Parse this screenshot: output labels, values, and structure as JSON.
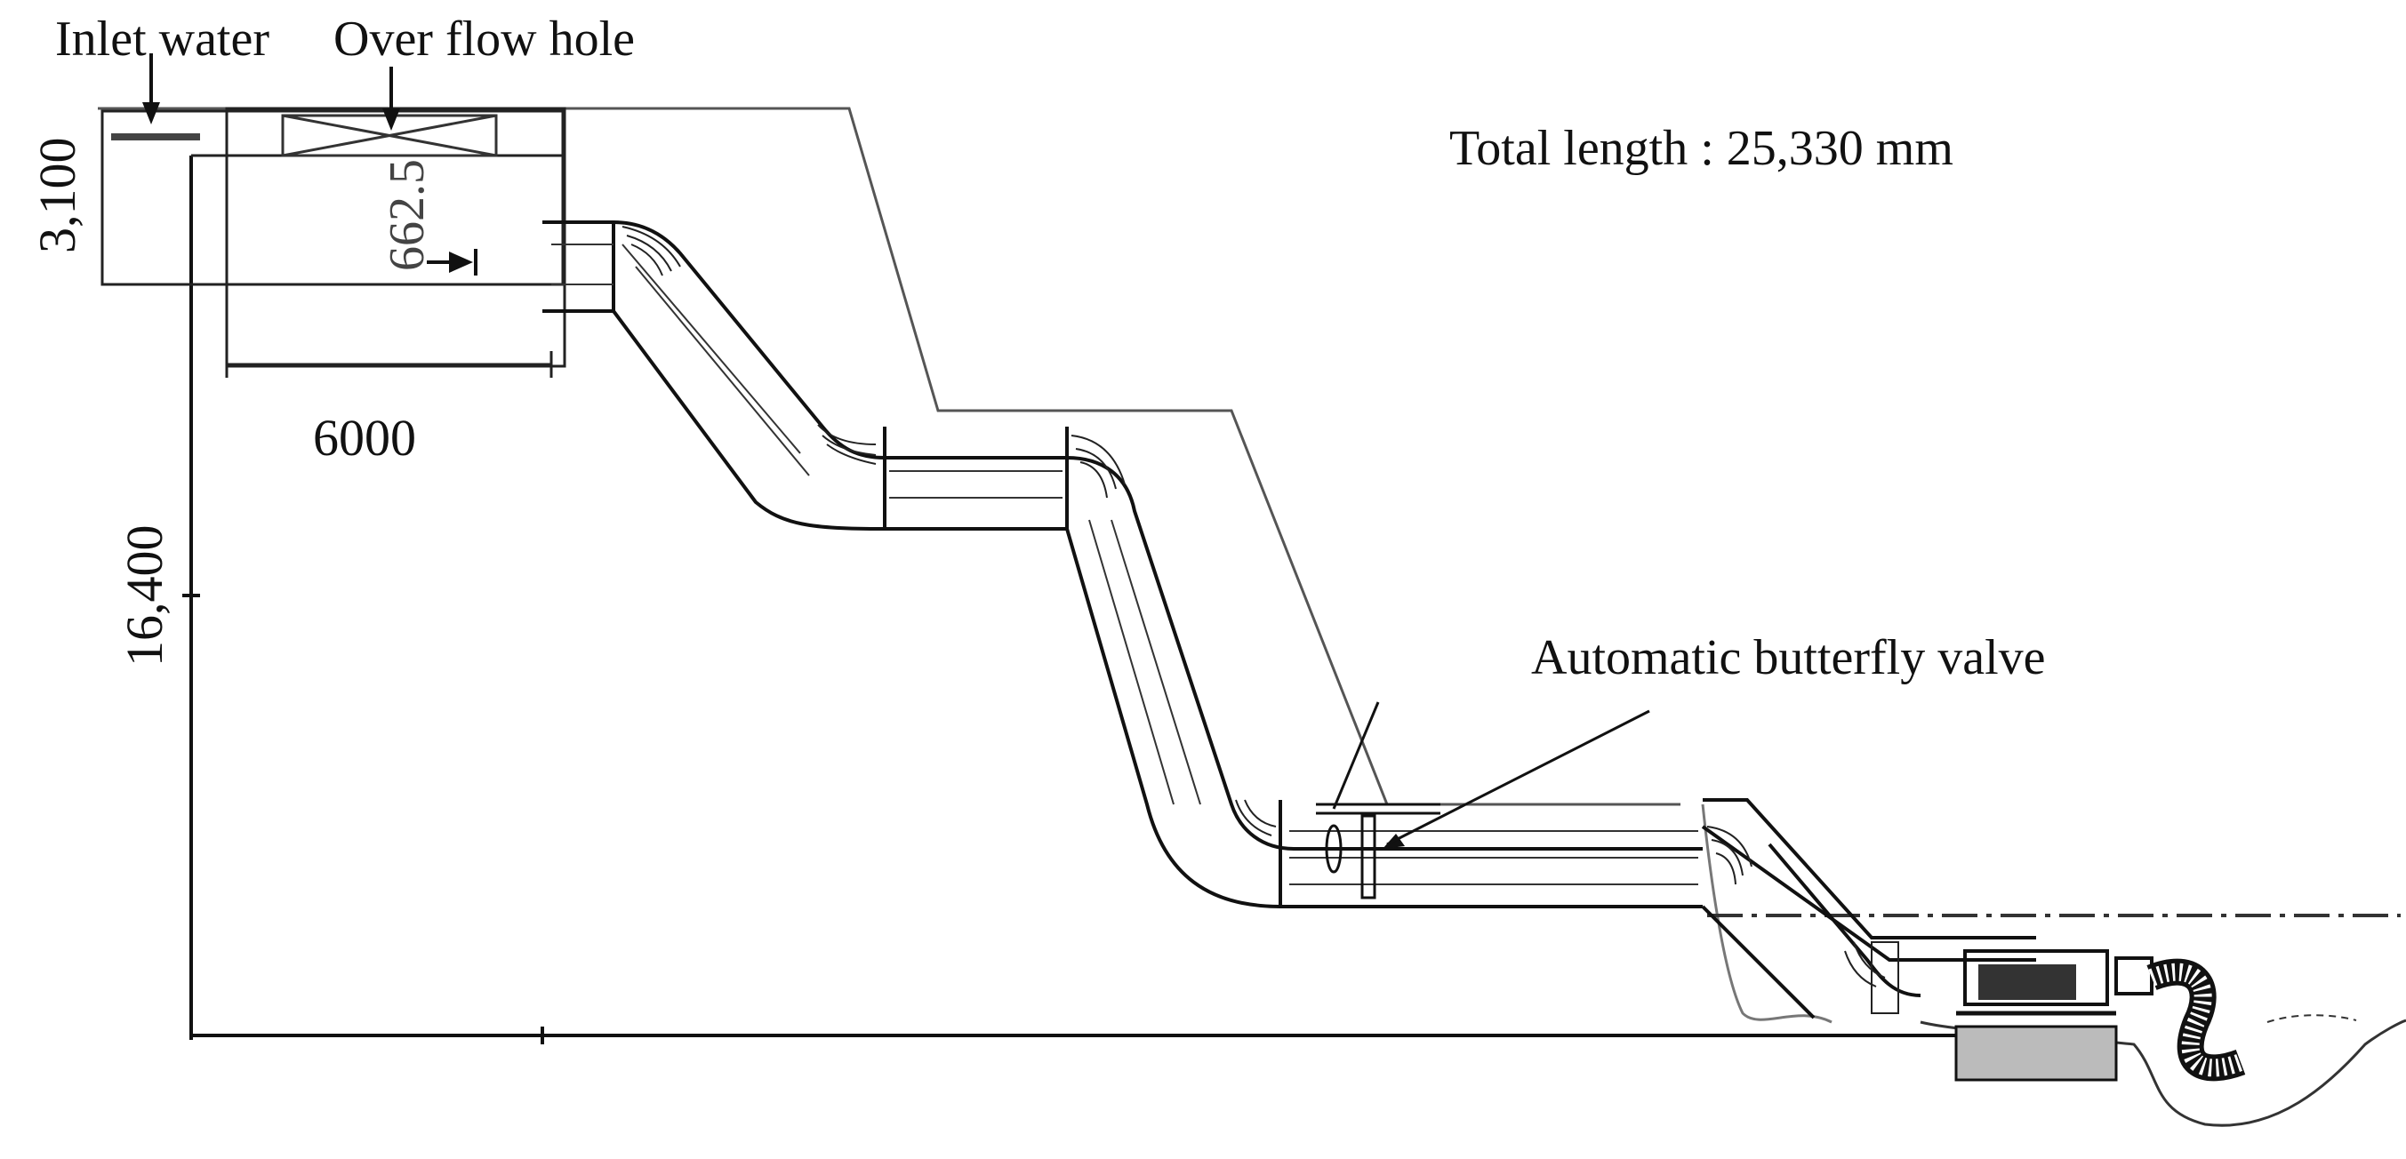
{
  "labels": {
    "inlet_water": "Inlet water",
    "over_flow_hole": "Over flow hole",
    "total_length": "Total length : 25,330 mm",
    "dim_3100": "3,100",
    "dim_6625": "662.5",
    "dim_6000": "6000",
    "dim_16400": "16,400",
    "butterfly_valve": "Automatic butterfly valve"
  },
  "colors": {
    "line": "#111111",
    "ground": "#555555",
    "background": "#ffffff"
  }
}
